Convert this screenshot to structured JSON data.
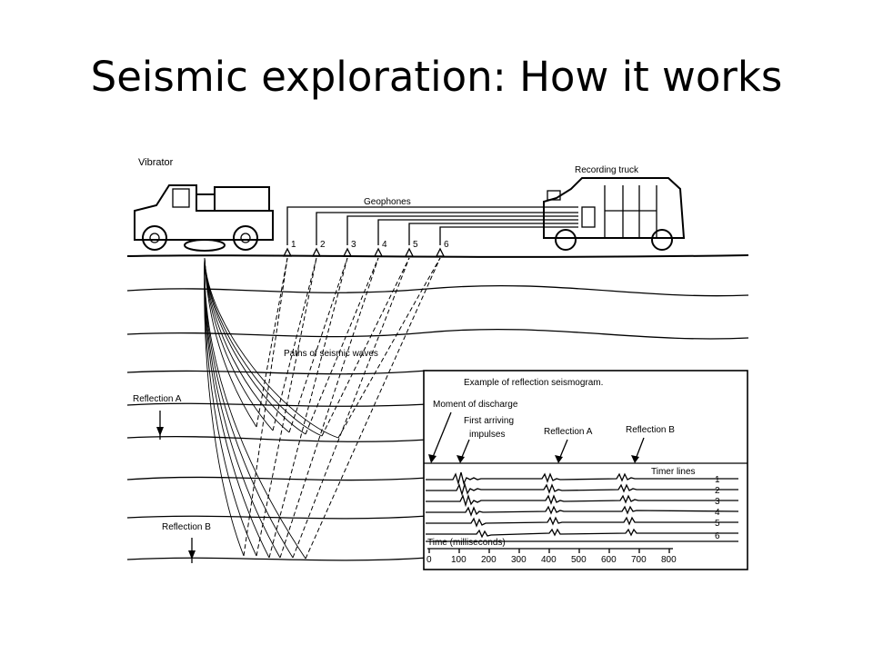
{
  "slide": {
    "title": "Seismic exploration: How it works"
  },
  "diagram": {
    "vibrator_label": "Vibrator",
    "truck_label": "Recording truck",
    "geophones_label": "Geophones",
    "geophone_numbers": [
      "1",
      "2",
      "3",
      "4",
      "5",
      "6"
    ],
    "waves_label": "Paths of seismic waves",
    "reflection_a_label": "Reflection A",
    "reflection_b_label": "Reflection B"
  },
  "seismogram": {
    "title": "Example of reflection seismogram.",
    "moment_label": "Moment of discharge",
    "first_label_line1": "First arriving",
    "first_label_line2": "impulses",
    "reflection_a_label": "Reflection A",
    "reflection_b_label": "Reflection B",
    "timer_label": "Timer lines",
    "trace_numbers": [
      "1",
      "2",
      "3",
      "4",
      "5",
      "6"
    ],
    "axis_label": "Time (milliseconds)",
    "ticks": [
      "0",
      "100",
      "200",
      "300",
      "400",
      "500",
      "600",
      "700",
      "800"
    ]
  }
}
